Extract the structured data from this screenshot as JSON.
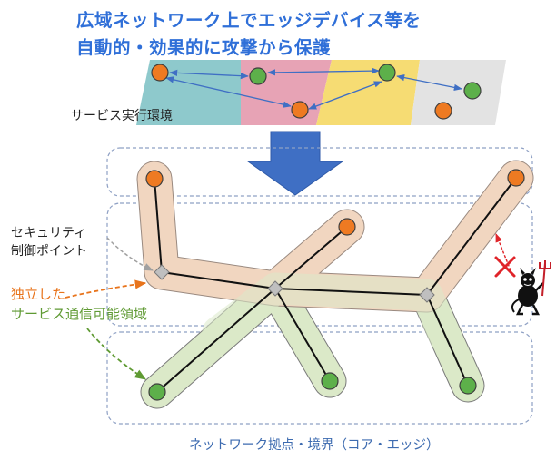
{
  "title": {
    "line1": "広域ネットワーク上でエッジデバイス等を",
    "line2": "自動的・効果的に攻撃から保護"
  },
  "labels": {
    "service_env": "サービス実行環境",
    "security_cp_line1": "セキュリティ",
    "security_cp_line2": "制御ポイント",
    "independent_line1": "独立した",
    "independent_line2": "サービス通信可能領域",
    "network_base": "ネットワーク拠点・境界（コア・エッジ）"
  },
  "colors": {
    "title_blue": "#2f6fd8",
    "orange": "#e8741c",
    "green": "#5f9a33",
    "node_green": "#5db04a",
    "node_orange": "#ee7a22",
    "arrow_blue": "#3f6fc4",
    "band_teal": "#8ec9cc",
    "band_pink": "#e7a3b5",
    "band_yellow": "#f6dc73",
    "band_gray": "#e3e3e3"
  }
}
